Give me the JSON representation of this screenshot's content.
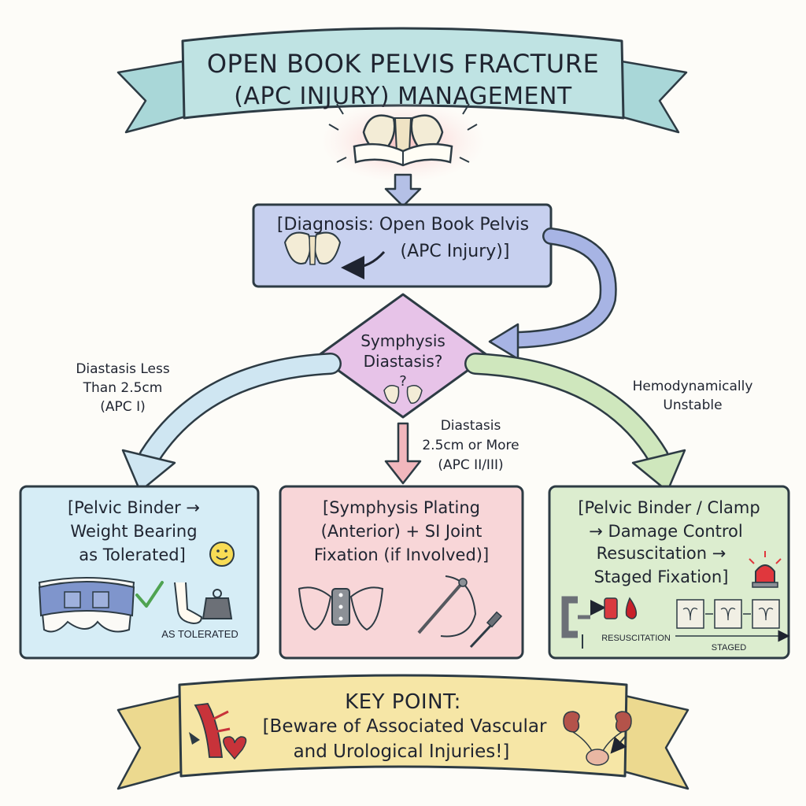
{
  "title": {
    "line1": "OPEN BOOK PELVIS FRACTURE",
    "line2": "(APC INJURY) MANAGEMENT"
  },
  "diagnosis": {
    "line1": "[Diagnosis: Open Book Pelvis",
    "line2": "(APC Injury)]"
  },
  "decision": {
    "line1": "Symphysis",
    "line2": "Diastasis?",
    "mark": "?"
  },
  "branches": {
    "left": {
      "line1": "Diastasis Less",
      "line2": "Than 2.5cm",
      "line3": "(APC I)"
    },
    "middle": {
      "line1": "Diastasis",
      "line2": "2.5cm or More",
      "line3": "(APC II/III)"
    },
    "right": {
      "line1": "Hemodynamically",
      "line2": "Unstable"
    }
  },
  "boxes": {
    "left": {
      "line1": "[Pelvic Binder →",
      "line2": "Weight Bearing",
      "line3": "as Tolerated]",
      "caption": "AS TOLERATED"
    },
    "middle": {
      "line1": "[Symphysis Plating",
      "line2": "(Anterior) + SI Joint",
      "line3": "Fixation (if Involved)]"
    },
    "right": {
      "line1": "[Pelvic Binder / Clamp",
      "line2": "→ Damage Control",
      "line3": "Resuscitation →",
      "line4": "Staged Fixation]",
      "caption_resus": "RESUSCITATION",
      "caption_staged": "STAGED"
    }
  },
  "key_point": {
    "heading": "KEY POINT:",
    "line1": "[Beware of Associated Vascular",
    "line2": "and Urological Injuries!]"
  },
  "colors": {
    "banner_top": "#bfe3e3",
    "diagnosis_fill": "#c7d0ef",
    "decision_fill": "#e7c3e8",
    "left_fill": "#d6edf6",
    "middle_fill": "#f8d6d8",
    "right_fill": "#dcedcf",
    "key_fill": "#f6e6a6",
    "arrow_blue": "#8fa0d8",
    "arrow_pink": "#f1b7bd",
    "arrow_green": "#b8dca3"
  }
}
